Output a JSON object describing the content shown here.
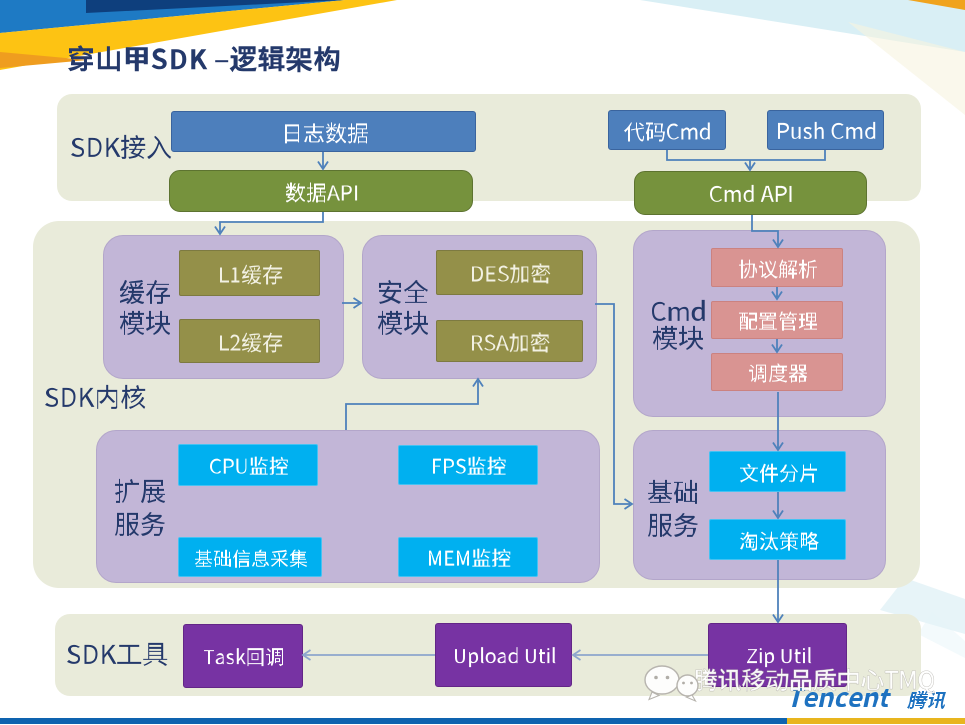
{
  "slide": {
    "title": "穿山甲SDK –逻辑架构"
  },
  "sections": {
    "sdk_access": {
      "label": "SDK接入",
      "boxes": {
        "log_data": "日志数据",
        "data_api": "数据API",
        "code_cmd": "代码Cmd",
        "push_cmd": "Push Cmd",
        "cmd_api": "Cmd API"
      }
    },
    "sdk_core": {
      "label": "SDK内核",
      "cache_module": {
        "label": "缓存模块",
        "boxes": {
          "l1_cache": "L1缓存",
          "l2_cache": "L2缓存"
        }
      },
      "security_module": {
        "label": "安全模块",
        "boxes": {
          "des": "DES加密",
          "rsa": "RSA加密"
        }
      },
      "cmd_module": {
        "label": "Cmd模块",
        "boxes": {
          "protocol_parse": "协议解析",
          "config_mgmt": "配置管理",
          "scheduler": "调度器"
        }
      },
      "extension_services": {
        "label": "扩展服务",
        "boxes": {
          "cpu_monitor": "CPU监控",
          "fps_monitor": "FPS监控",
          "basic_info_collect": "基础信息采集",
          "mem_monitor": "MEM监控"
        }
      },
      "basic_services": {
        "label": "基础服务",
        "boxes": {
          "file_split": "文件分片",
          "eviction_policy": "淘汰策略"
        }
      }
    },
    "sdk_tools": {
      "label": "SDK工具",
      "boxes": {
        "task_callback": "Task回调",
        "upload_util": "Upload Util",
        "zip_util": "Zip Util"
      }
    }
  },
  "footer": {
    "watermark": "腾讯移动品质中心TMQ",
    "logo": "Tencent 腾讯"
  },
  "colors": {
    "accent_blue": "#4d7fbc",
    "accent_green": "#76923d",
    "module_purple": "#c2b6d7",
    "khaki": "#949049",
    "salmon": "#d99492",
    "cyan": "#00b0f0",
    "tool_purple": "#7733a3",
    "section_bg": "#e9ebda",
    "title_navy": "#24396b"
  }
}
